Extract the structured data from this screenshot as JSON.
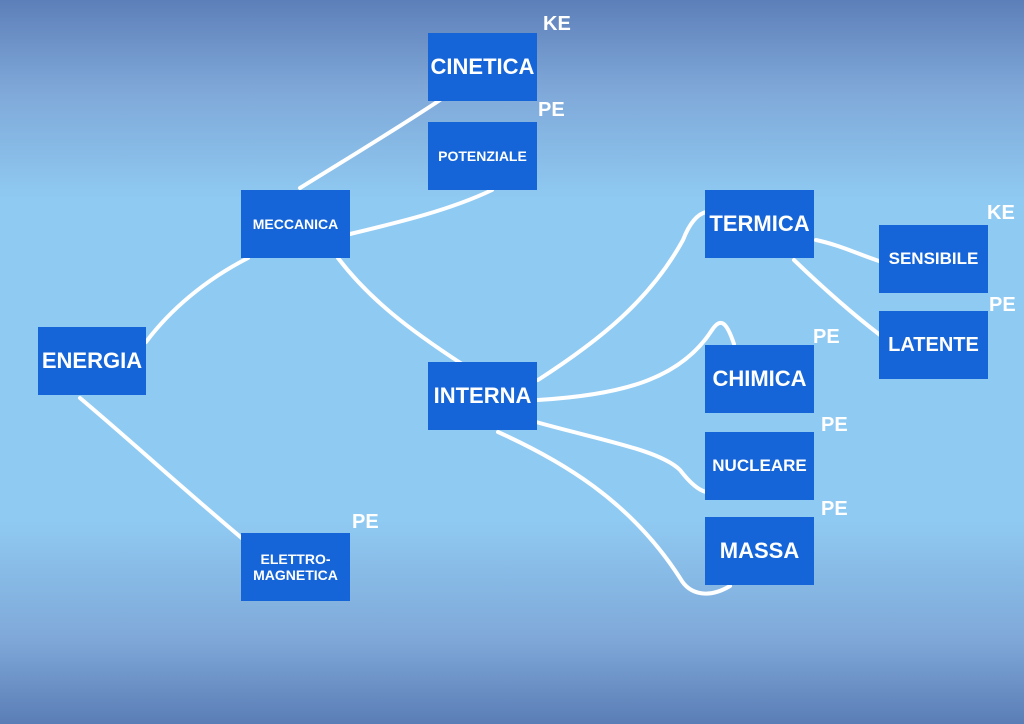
{
  "nodes": {
    "energia": "ENERGIA",
    "meccanica": "MECCANICA",
    "cinetica": "CINETICA",
    "potenziale": "POTENZIALE",
    "interna": "INTERNA",
    "elettromagnetica_line1": "ELETTRO-",
    "elettromagnetica_line2": "MAGNETICA",
    "termica": "TERMICA",
    "chimica": "CHIMICA",
    "nucleare": "NUCLEARE",
    "massa": "MASSA",
    "sensibile": "SENSIBILE",
    "latente": "LATENTE"
  },
  "tags": {
    "cinetica": "KE",
    "potenziale": "PE",
    "sensibile": "KE",
    "latente": "PE",
    "chimica": "PE",
    "nucleare": "PE",
    "massa": "PE",
    "elettromagnetica": "PE"
  },
  "colors": {
    "node_fill": "#1565d8",
    "link": "#ffffff",
    "background": "#8fcaf2"
  }
}
